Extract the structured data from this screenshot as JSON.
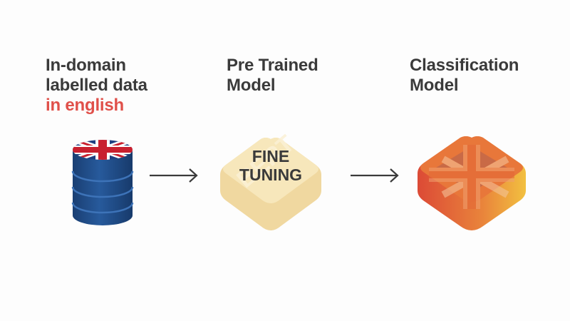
{
  "stages": [
    {
      "title_lines": [
        "In-domain",
        "labelled data"
      ],
      "accent_line": "in english",
      "icon": "database-uk-flag-icon"
    },
    {
      "title_lines": [
        "Pre Trained",
        "Model"
      ],
      "icon": "model-block-icon",
      "block_text_lines": [
        "FINE",
        "TUNING"
      ],
      "watermark": "BERT"
    },
    {
      "title_lines": [
        "Classification",
        "Model"
      ],
      "icon": "model-block-uk-flag-icon"
    }
  ],
  "colors": {
    "text": "#3a3a3a",
    "accent": "#e0504a",
    "db_blue": "#1f4e8c",
    "flag_red": "#c8202f",
    "pretrained_block": "#f5e2b0",
    "classifier_left": "#e05038",
    "classifier_right": "#f0b040"
  }
}
